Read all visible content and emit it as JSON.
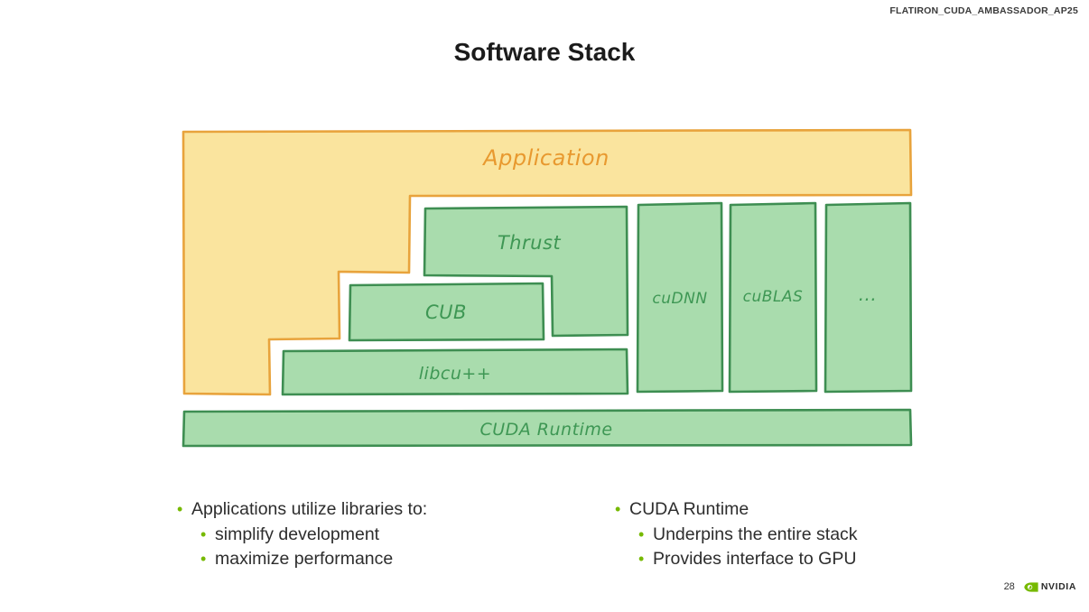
{
  "slide": {
    "header_tag": "FLATIRON_CUDA_AMBASSADOR_AP25",
    "title": "Software Stack"
  },
  "diagram": {
    "boxes": {
      "application": "Application",
      "thrust": "Thrust",
      "cub": "CUB",
      "libcu": "libcu++",
      "cudnn": "cuDNN",
      "cublas": "cuBLAS",
      "more": "...",
      "runtime": "CUDA Runtime"
    },
    "colors": {
      "yellow_fill": "#FAE49E",
      "orange_border": "#E8A33C",
      "orange_text": "#E8992F",
      "green_fill": "#A9DCAD",
      "green_border": "#3E8E52",
      "green_text": "#3E9754"
    }
  },
  "bullets": {
    "left": {
      "title": "Applications utilize libraries to:",
      "items": [
        "simplify development",
        "maximize performance"
      ]
    },
    "right": {
      "title": "CUDA Runtime",
      "items": [
        "Underpins the entire stack",
        "Provides interface to GPU"
      ]
    }
  },
  "footer": {
    "page_number": "28",
    "logo_text": "NVIDIA",
    "nvidia_green": "#76B900",
    "bullet_color": "#76B900"
  }
}
